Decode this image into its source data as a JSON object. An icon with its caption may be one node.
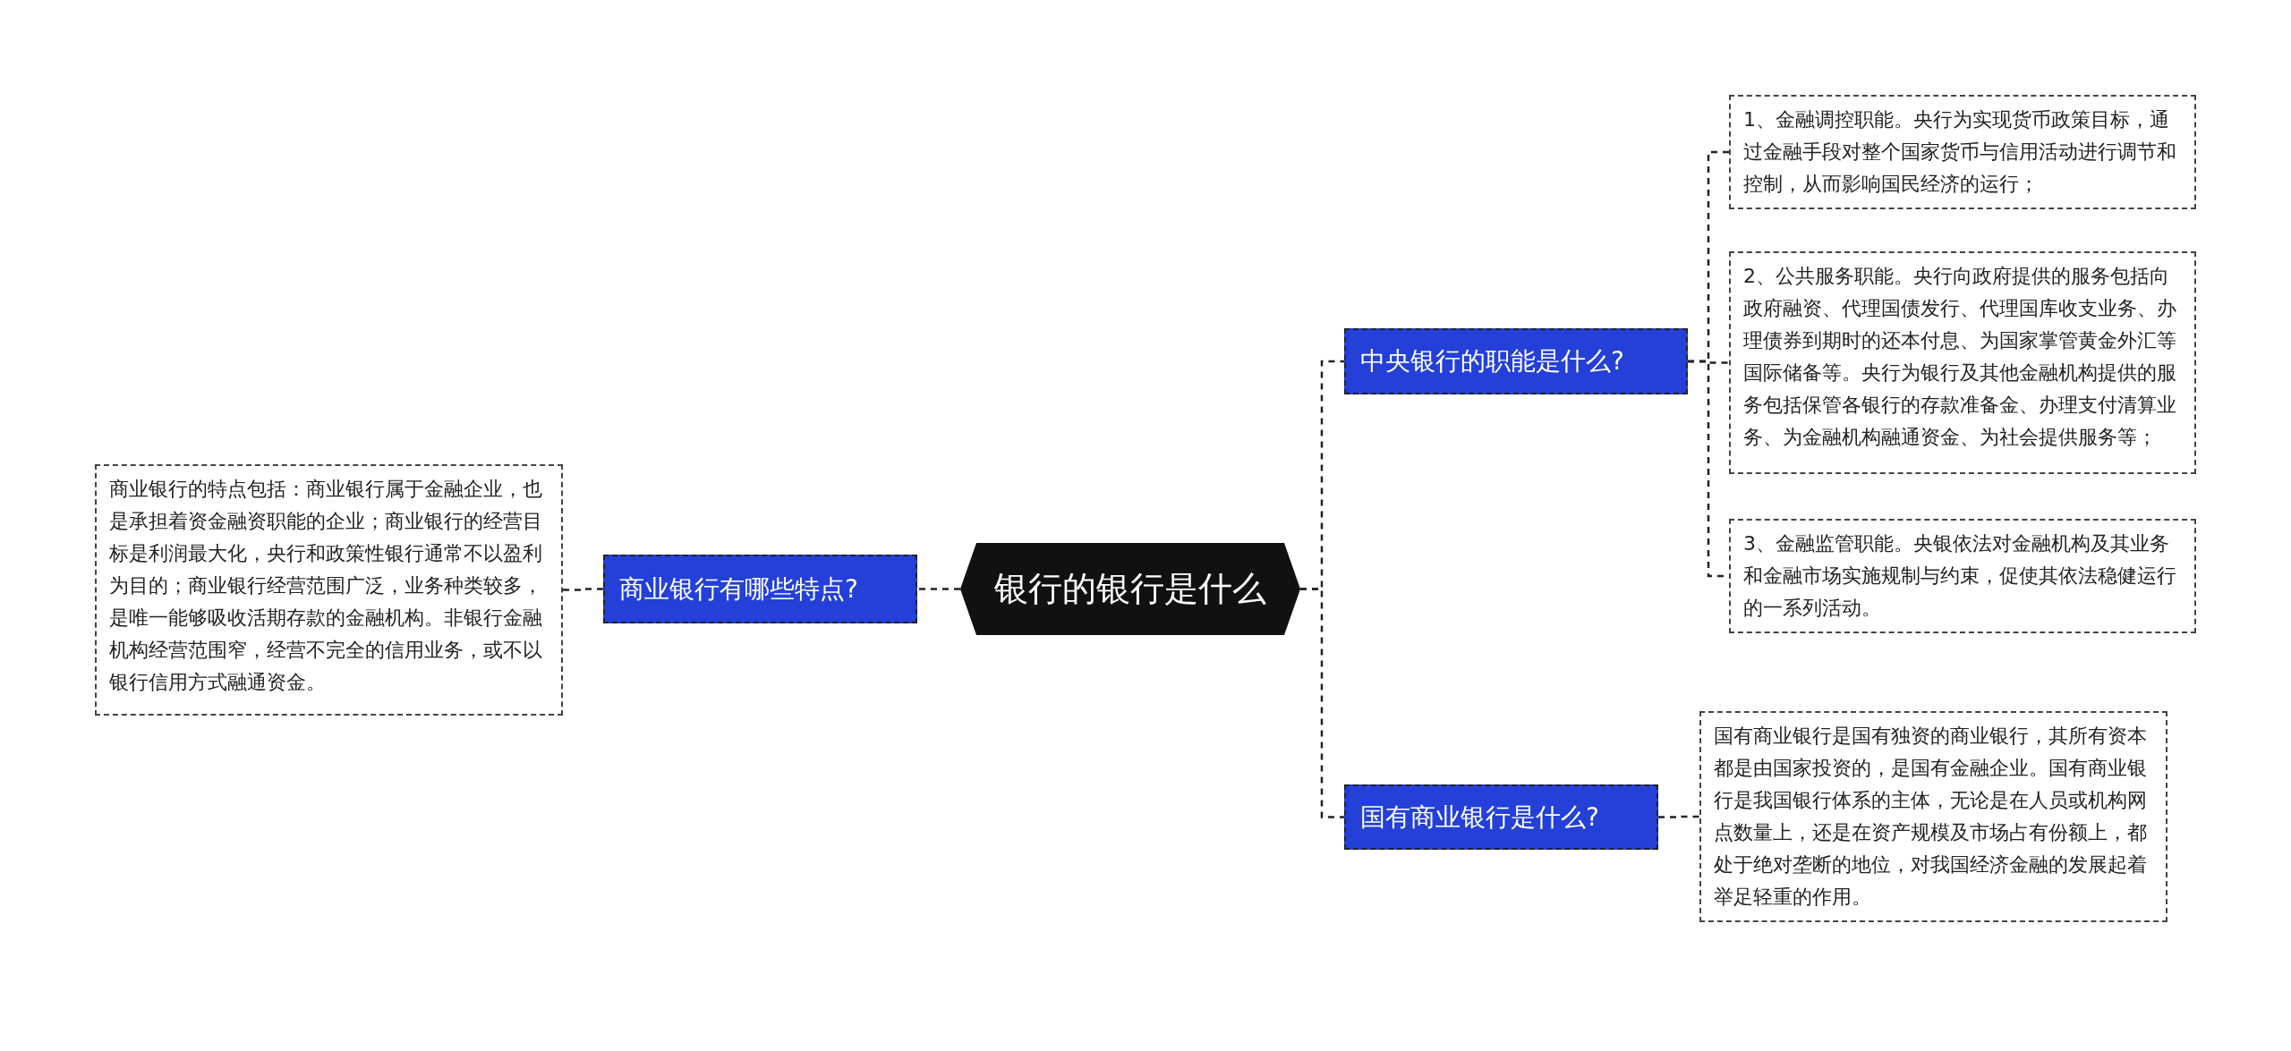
{
  "diagram": {
    "nodes": [
      {
        "text": [
          "银行的银行是什么"
        ]
      },
      {
        "text": [
          "商业银行有哪些特点?"
        ]
      },
      {
        "text": [
          "商业银行的特点包括：商业银行属于金融企业，也是承担着资金融资职能的企业；商业银行的经营目标是利润最大化，央行和政策性银行通常不以盈利为目的；商业银行经营范围广泛，业务种类较多，是唯一能够吸收活期存款的金融机构。非银行金融机构经营范围窄，经营不完全的信用业务，或不以银行信用方式融通资金。"
        ]
      },
      {
        "text": [
          "中央银行的职能是什么?"
        ]
      },
      {
        "text": [
          "1、金融调控职能。央行为实现货币政策目标，通过金融手段对整个国家货币与信用活动进行调节和控制，从而影响国民经济的运行；"
        ]
      },
      {
        "text": [
          "2、公共服务职能。央行向政府提供的服务包括向政府融资、代理国债发行、代理国库收支业务、办理债券到期时的还本付息、为国家掌管黄金外汇等国际储备等。央行为银行及其他金融机构提供的服务包括保管各银行的存款准备金、办理支付清算业务、为金融机构融通资金、为社会提供服务等；"
        ]
      },
      {
        "text": [
          "3、金融监管职能。央银依法对金融机构及其业务和金融市场实施规制与约束，促使其依法稳健运行的一系列活动。"
        ]
      },
      {
        "text": [
          "国有商业银行是什么?"
        ]
      },
      {
        "text": [
          "国有商业银行是国有独资的商业银行，其所有资本都是由国家投资的，是国有金融企业。国有商业银行是我国银行体系的主体，无论是在人员或机构网点数量上，还是在资产规模及市场占有份额上，都处于绝对垄断的地位，对我国经济金融的发展起着举足轻重的作用。"
        ]
      }
    ],
    "edges": [
      {
        "from": 0,
        "to": 1,
        "arrow": "none"
      },
      {
        "from": 1,
        "to": 2,
        "arrow": "none"
      },
      {
        "from": 0,
        "to": 3,
        "arrow": "none"
      },
      {
        "from": 3,
        "to": 4,
        "arrow": "none"
      },
      {
        "from": 3,
        "to": 5,
        "arrow": "none"
      },
      {
        "from": 3,
        "to": 6,
        "arrow": "none"
      },
      {
        "from": 0,
        "to": 7,
        "arrow": "none"
      },
      {
        "from": 7,
        "to": 8,
        "arrow": "none"
      }
    ]
  }
}
